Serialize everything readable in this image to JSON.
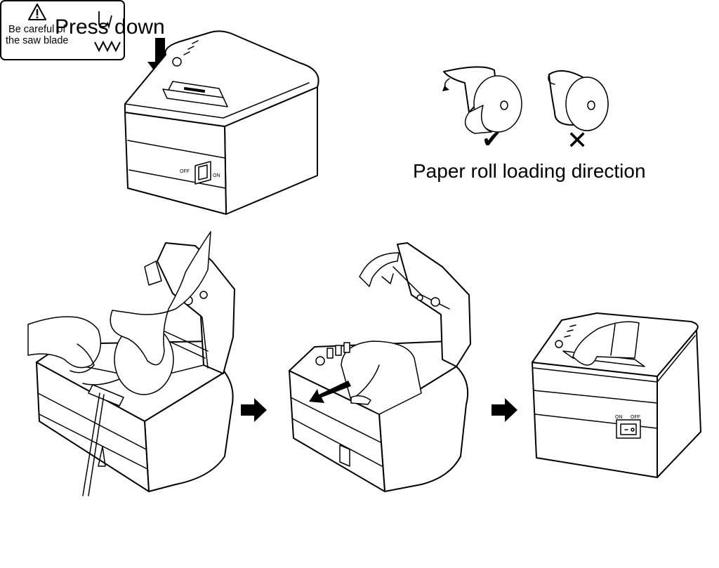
{
  "labels": {
    "press_down": "Press down",
    "direction": "Paper roll loading direction",
    "caution_line1": "Be careful of",
    "caution_line2": "the saw blade"
  },
  "marks": {
    "correct": "✔",
    "wrong": "✕"
  },
  "icons": [
    "press-down-arrow-icon",
    "warning-triangle-icon",
    "saw-blade-icon",
    "step-arrow-icon",
    "close-lid-arrow-icon",
    "pull-paper-arrow-icon"
  ]
}
